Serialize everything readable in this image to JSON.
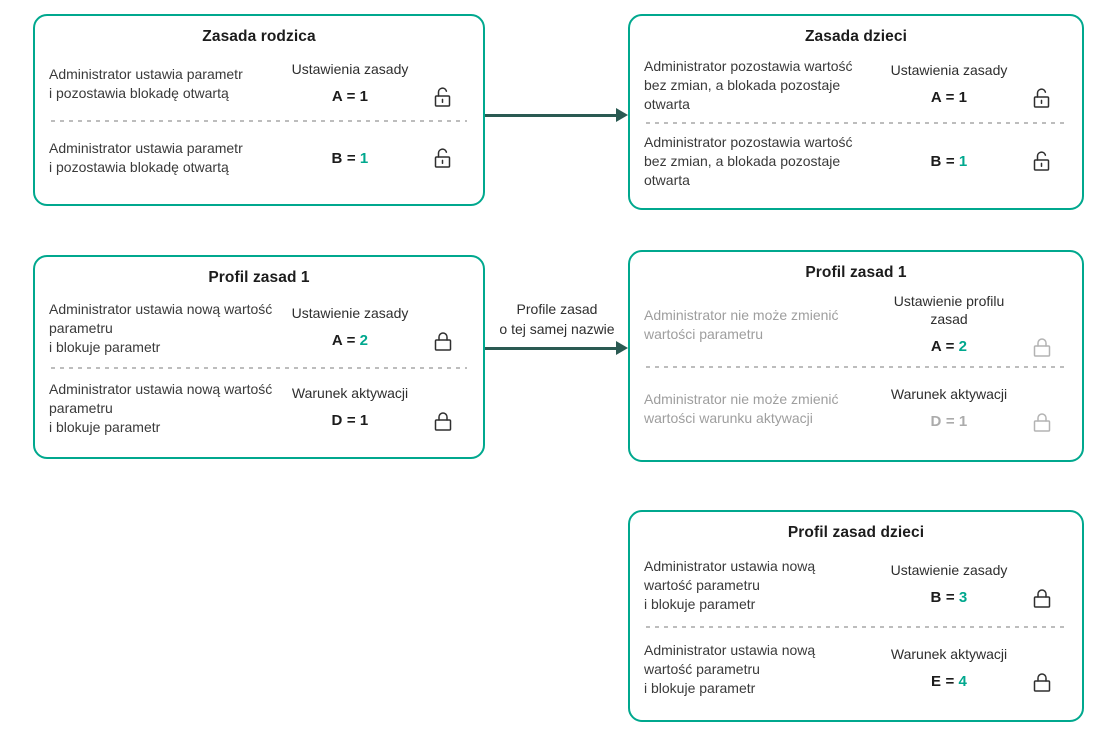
{
  "colors": {
    "accent": "#00A88E",
    "arrow": "#2A5A52",
    "text": "#3A3A3A",
    "muted_text": "#9E9E9E",
    "box_border": "#00A88E"
  },
  "arrows": {
    "profile_to_profile_label": "Profile zasad\no tej samej nazwie"
  },
  "boxes": {
    "parent_policy": {
      "title": "Zasada rodzica",
      "rows": [
        {
          "header": "Ustawienia zasady",
          "description": "Administrator ustawia parametr\ni pozostawia blokadę otwartą",
          "param": "A =",
          "value": "1",
          "lock": "open"
        },
        {
          "description": "Administrator ustawia parametr\ni pozostawia blokadę otwartą",
          "param": "B =",
          "value": "1",
          "lock": "open"
        }
      ]
    },
    "child_policy": {
      "title": "Zasada dzieci",
      "rows": [
        {
          "header": "Ustawienia zasady",
          "description": "Administrator pozostawia wartość\nbez zmian, a blokada pozostaje\notwarta",
          "param": "A =",
          "value": "1",
          "lock": "open"
        },
        {
          "description": "Administrator pozostawia wartość\nbez zmian, a blokada pozostaje\notwarta",
          "param": "B =",
          "value": "1",
          "lock": "open"
        }
      ]
    },
    "policy_profile_1": {
      "title": "Profil zasad 1",
      "rows": [
        {
          "header": "Ustawienie zasady",
          "description": "Administrator ustawia nową wartość\nparametru\ni blokuje parametr",
          "param": "A =",
          "value": "2",
          "lock": "closed"
        },
        {
          "header": "Warunek aktywacji",
          "description": "Administrator ustawia nową wartość\nparametru\ni blokuje parametr",
          "param": "D =",
          "value": "1",
          "lock": "closed"
        }
      ]
    },
    "child_policy_profile_1": {
      "title": "Profil zasad 1",
      "rows": [
        {
          "header": "Ustawienie profilu\nzasad",
          "description": "Administrator nie może zmienić\nwartości parametru",
          "param": "A =",
          "value": "2",
          "lock": "closed"
        },
        {
          "header": "Warunek aktywacji",
          "description": "Administrator nie może zmienić\nwartości warunku aktywacji",
          "param": "D =",
          "value": "1",
          "lock": "closed"
        }
      ]
    },
    "child_policy_profile": {
      "title": "Profil zasad dzieci",
      "rows": [
        {
          "header": "Ustawienie zasady",
          "description": "Administrator ustawia nową\nwartość parametru\ni blokuje parametr",
          "param": "B =",
          "value": "3",
          "lock": "closed"
        },
        {
          "header": "Warunek aktywacji",
          "description": "Administrator ustawia nową\nwartość parametru\ni blokuje parametr",
          "param": "E =",
          "value": "4",
          "lock": "closed"
        }
      ]
    }
  }
}
